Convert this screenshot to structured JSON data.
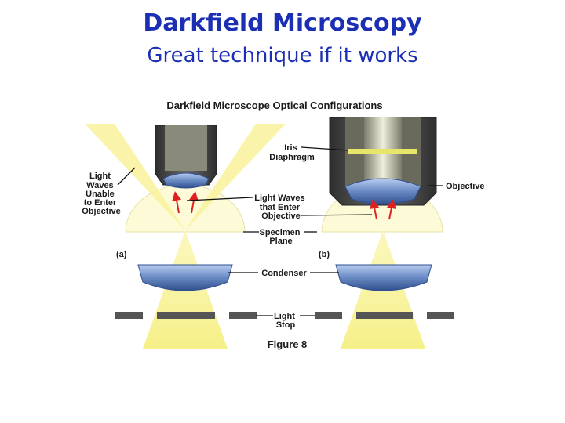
{
  "slide": {
    "title": "Darkfield Microscopy",
    "subtitle": "Great technique if it works"
  },
  "figure": {
    "title": "Darkfield Microscope Optical Configurations",
    "caption": "Figure 8",
    "panel_a": "(a)",
    "panel_b": "(b)",
    "labels": {
      "light_waves_unable": [
        "Light",
        "Waves",
        "Unable",
        "to Enter",
        "Objective"
      ],
      "light_waves_enter": [
        "Light Waves",
        "that Enter",
        "Objective"
      ],
      "specimen_plane": [
        "Specimen",
        "Plane"
      ],
      "condenser": "Condenser",
      "light_stop": [
        "Light",
        "Stop"
      ],
      "iris_diaphragm": [
        "Iris",
        "Diaphragm"
      ],
      "objective": "Objective"
    }
  },
  "colors": {
    "title": "#1a2fb3",
    "light_beam": "#f6f08a",
    "lens": "#6f8fc8",
    "metal": "#4a4a4a",
    "arrow": "#e02020"
  }
}
